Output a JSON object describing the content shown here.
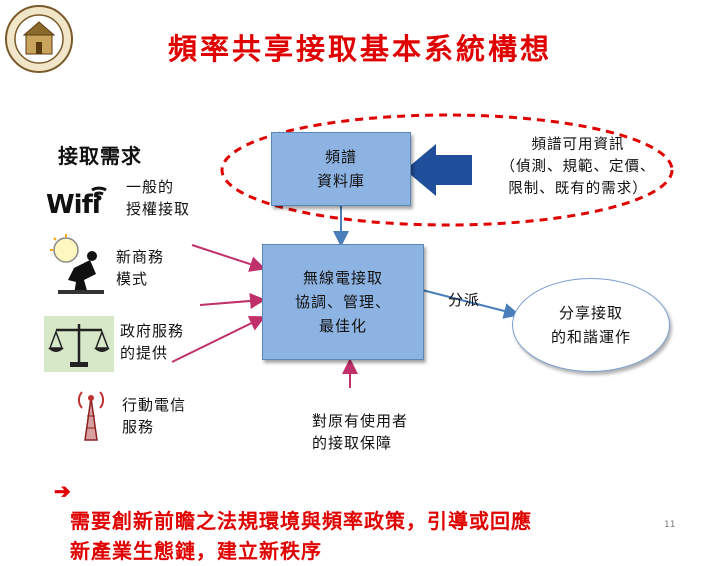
{
  "title": "頻率共享接取基本系統構想",
  "demand": {
    "heading": "接取需求",
    "items": [
      {
        "icon": "wifi-icon",
        "wifi_text": "Wifi",
        "label": "一般的\n授權接取"
      },
      {
        "icon": "worker-lightbulb-icon",
        "label": "新商務\n模式"
      },
      {
        "icon": "scales-of-justice-icon",
        "label": "政府服務\n的提供"
      },
      {
        "icon": "cell-tower-icon",
        "label": "行動電信\n服務"
      }
    ]
  },
  "database_box": "頻譜\n資料庫",
  "spectrum_info": "頻譜可用資訊\n（偵測、規範、定價、\n限制、既有的需求）",
  "core_box": "無線電接取\n協調、管理、\n最佳化",
  "dispatch_label": "分派",
  "outcome": "分享接取\n的和諧運作",
  "protection": "對原有使用者\n的接取保障",
  "conclusion": {
    "arrow": "➔",
    "text": "需要創新前瞻之法規環境與頻率政策，引導或回應\n新產業生態鏈，建立新秩序"
  },
  "page_number": "11",
  "colors": {
    "title": "#e00000",
    "box_fill": "#8db3e2",
    "arrow": "#c0306a",
    "dashed_ellipse": "#e00000",
    "connector": "#4a7ebb"
  }
}
